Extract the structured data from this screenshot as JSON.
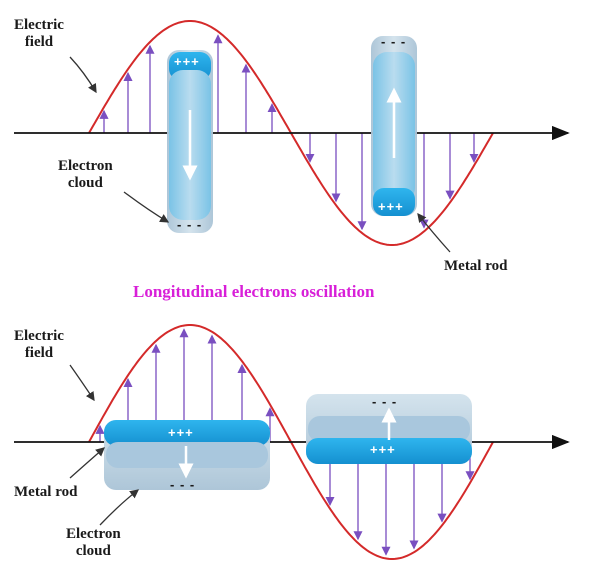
{
  "top_panel": {
    "electric_field_label": [
      "Electric",
      "field"
    ],
    "electron_cloud_label": [
      "Electron",
      "cloud"
    ],
    "metal_rod_label": "Metal rod",
    "rod1_plus": "+++",
    "rod1_minus": "- - -",
    "rod2_plus": "+++",
    "rod2_minus": "- - -"
  },
  "caption": "Longitudinal electrons oscillation",
  "bottom_panel": {
    "electric_field_label": [
      "Electric",
      "field"
    ],
    "metal_rod_label": "Metal rod",
    "electron_cloud_label": [
      "Electron",
      "cloud"
    ],
    "rod1_plus": "+++",
    "rod1_minus": "- - -",
    "rod2_plus": "+++",
    "rod2_minus": "- - -"
  },
  "colors": {
    "wave": "#d42a2a",
    "field_arrow": "#7a4fc0",
    "axis": "#111111",
    "rod_blue": "#1ea7e4",
    "cloud": "#b7cedd",
    "caption": "#d81fd8"
  }
}
